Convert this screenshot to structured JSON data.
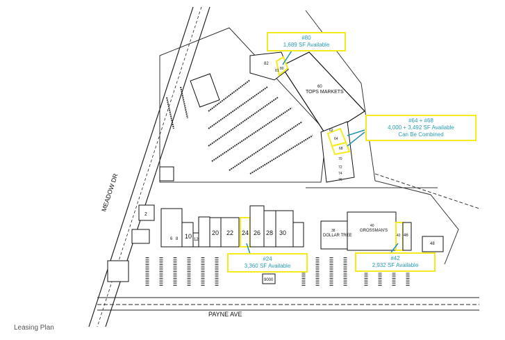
{
  "caption": "Leasing Plan",
  "streets": {
    "meadow": "MEADOW DR",
    "payne": "PAYNE AVE"
  },
  "anchors": {
    "tops": {
      "num": "60",
      "name": "TOPS MARKETS"
    },
    "dollar_tree": {
      "num": "38",
      "name": "DOLLAR TREE"
    },
    "grossmans": {
      "num": "40",
      "name": "GROSSMAN'S"
    }
  },
  "units": {
    "u10": "10",
    "u12": "12",
    "u20": "20",
    "u22": "22",
    "u24": "24",
    "u26": "26",
    "u28": "28",
    "u30": "30",
    "u42": "42",
    "u46": "46",
    "u48": "48",
    "u62": "62",
    "u64": "64",
    "u68": "68",
    "u70": "70",
    "u72": "72",
    "u74": "74",
    "u76": "76",
    "u80": "80",
    "u81": "81",
    "u82": "82",
    "u9000": "9000",
    "u2": "2",
    "u6": "6",
    "u8": "8"
  },
  "callouts": [
    {
      "title": "#80",
      "line1": "1,689 SF Available",
      "line2": ""
    },
    {
      "title": "#64 + #68",
      "line1": "4,000 + 3,492 SF Available",
      "line2": "Can Be Combined"
    },
    {
      "title": "#24",
      "line1": "3,360 SF Available",
      "line2": ""
    },
    {
      "title": "#42",
      "line1": "2,932 SF Available",
      "line2": ""
    }
  ],
  "colors": {
    "highlight": "#f5ea1c",
    "callout_text": "#2a9db8",
    "arrow": "#1f8fa8"
  }
}
